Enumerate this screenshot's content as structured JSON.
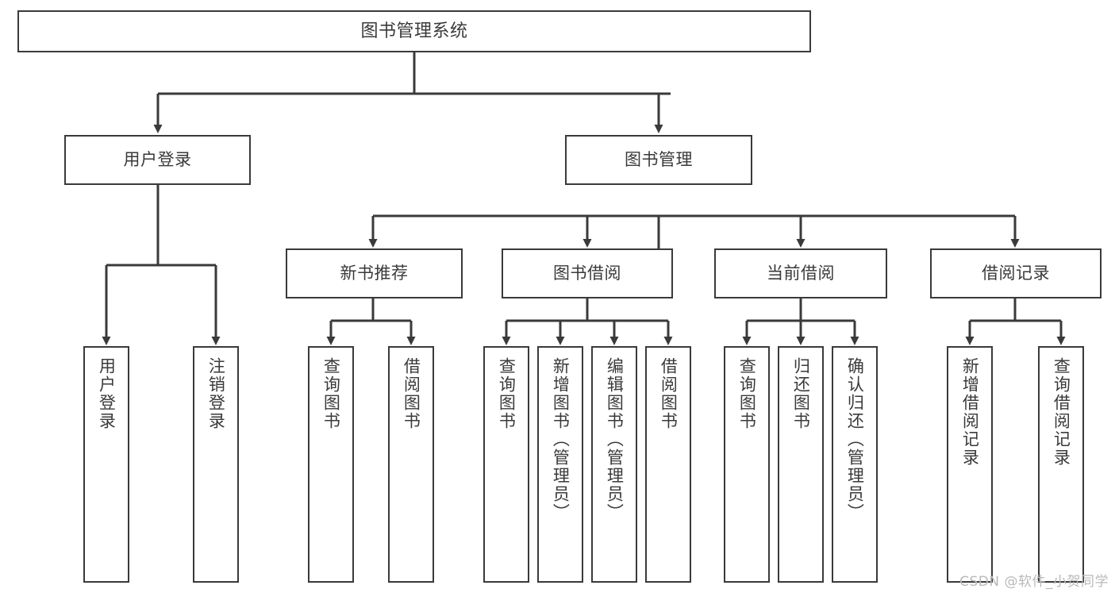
{
  "diagram": {
    "title": "图书管理系统",
    "watermark": "CSDN @软件_小贺同学",
    "line_color": "#3a3a3a",
    "box_fill": "#ffffff",
    "text_color": "#3a3a3a",
    "watermark_color": "#b9b9b9"
  },
  "nodes": {
    "root": {
      "label": "图书管理系统"
    },
    "level2": [
      {
        "id": "user-login",
        "label": "用户登录"
      },
      {
        "id": "book-manage",
        "label": "图书管理"
      }
    ],
    "level3": [
      {
        "id": "new-book-recommend",
        "label": "新书推荐"
      },
      {
        "id": "book-borrow",
        "label": "图书借阅"
      },
      {
        "id": "current-borrow",
        "label": "当前借阅"
      },
      {
        "id": "borrow-record",
        "label": "借阅记录"
      }
    ],
    "leaves": {
      "user_login": [
        {
          "id": "leaf-user-login",
          "label": "用户登录"
        },
        {
          "id": "leaf-logout-login",
          "label": "注销登录"
        }
      ],
      "new_book_recommend": [
        {
          "id": "leaf-query-book-1",
          "label": "查询图书"
        },
        {
          "id": "leaf-borrow-book-1",
          "label": "借阅图书"
        }
      ],
      "book_borrow": [
        {
          "id": "leaf-query-book-2",
          "label": "查询图书"
        },
        {
          "id": "leaf-add-book",
          "label": "新增图书（管理员）"
        },
        {
          "id": "leaf-edit-book",
          "label": "编辑图书（管理员）"
        },
        {
          "id": "leaf-borrow-book-2",
          "label": "借阅图书"
        }
      ],
      "current_borrow": [
        {
          "id": "leaf-query-book-3",
          "label": "查询图书"
        },
        {
          "id": "leaf-return-book",
          "label": "归还图书"
        },
        {
          "id": "leaf-confirm-return",
          "label": "确认归还（管理员）"
        }
      ],
      "borrow_record": [
        {
          "id": "leaf-add-record",
          "label": "新增借阅记录"
        },
        {
          "id": "leaf-query-record",
          "label": "查询借阅记录"
        }
      ]
    }
  }
}
